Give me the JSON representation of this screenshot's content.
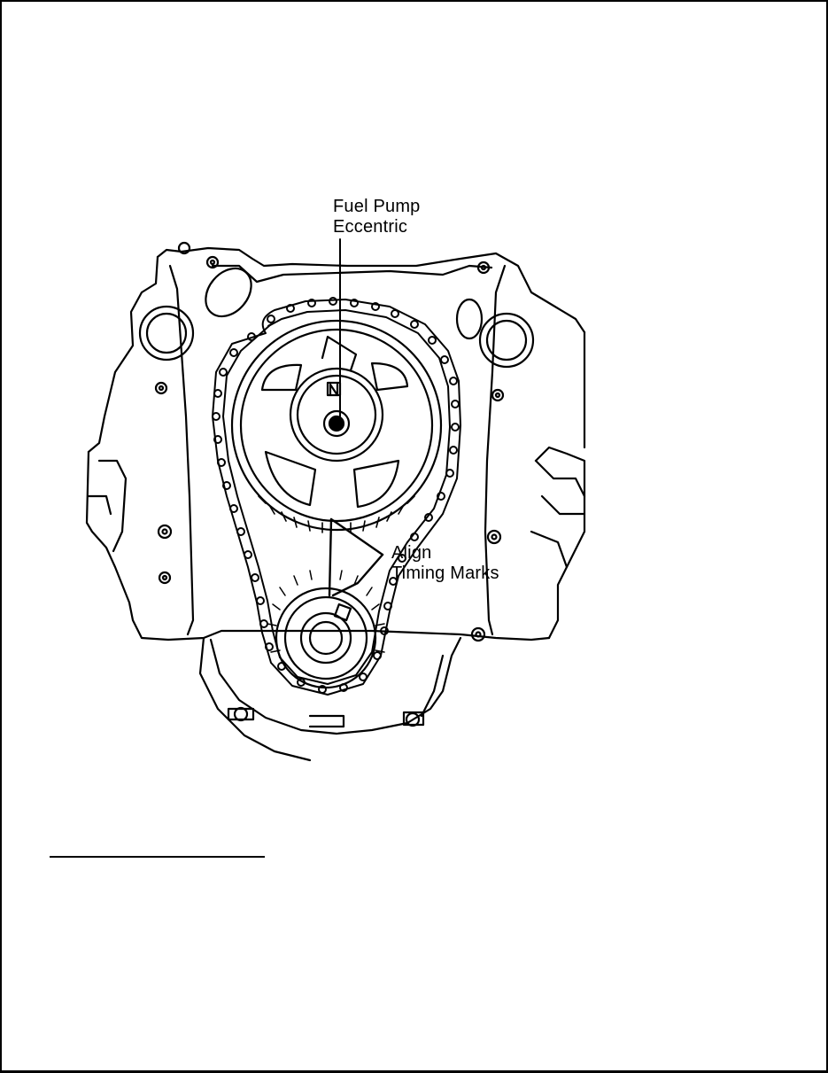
{
  "labels": {
    "fuel_pump_line1": "Fuel Pump",
    "fuel_pump_line2": "Eccentric",
    "align_line1": "Align",
    "align_line2": "Timing Marks"
  },
  "colors": {
    "ink": "#000000",
    "paper": "#ffffff"
  }
}
